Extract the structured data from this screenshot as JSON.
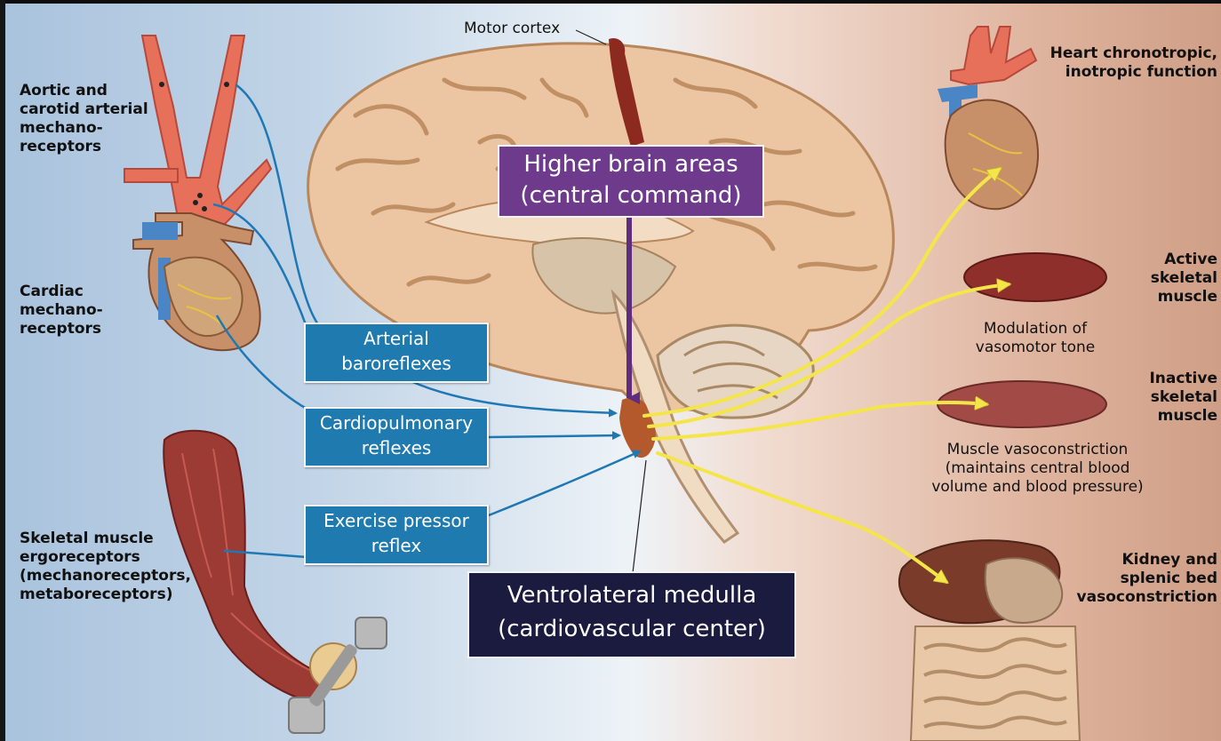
{
  "labels": {
    "motor_cortex": "Motor cortex",
    "aortic_receptors": [
      "Aortic and",
      "carotid arterial",
      "mechano-",
      "receptors"
    ],
    "cardiac_receptors": [
      "Cardiac",
      "mechano-",
      "receptors"
    ],
    "skeletal_receptors": [
      "Skeletal muscle",
      "ergoreceptors",
      "(mechanoreceptors,",
      "metaboreceptors)"
    ],
    "heart_function": [
      "Heart chronotropic,",
      "inotropic function"
    ],
    "active_muscle": [
      "Active",
      "skeletal",
      "muscle"
    ],
    "modulation": [
      "Modulation of",
      "vasomotor tone"
    ],
    "inactive_muscle": [
      "Inactive",
      "skeletal",
      "muscle"
    ],
    "vasoconstriction": [
      "Muscle vasoconstriction",
      "(maintains central blood",
      "volume and blood pressure)"
    ],
    "kidney": [
      "Kidney and",
      "splenic bed",
      "vasoconstriction"
    ]
  },
  "boxes": {
    "higher_brain": [
      "Higher brain areas",
      "(central command)"
    ],
    "arterial": [
      "Arterial",
      "baroreflexes"
    ],
    "cardiopulmonary": [
      "Cardiopulmonary",
      "reflexes"
    ],
    "exercise": [
      "Exercise pressor",
      "reflex"
    ],
    "medulla": [
      "Ventrolateral medulla",
      "(cardiovascular center)"
    ]
  },
  "colors": {
    "afferent_arrows": "#1f78b4",
    "efferent_arrows": "#f4e64a",
    "command_arrow": "#5e2d7e",
    "blue_box": "#1f7ab0",
    "purple_box": "#6d3a8c",
    "navy_box": "#1b1b40",
    "medulla_center": "#b3592b"
  },
  "icons": [
    "aorta-carotid-icon",
    "heart-icon",
    "brain-icon",
    "arm-dumbbell-icon",
    "muscle-icon",
    "liver-intestine-icon"
  ]
}
